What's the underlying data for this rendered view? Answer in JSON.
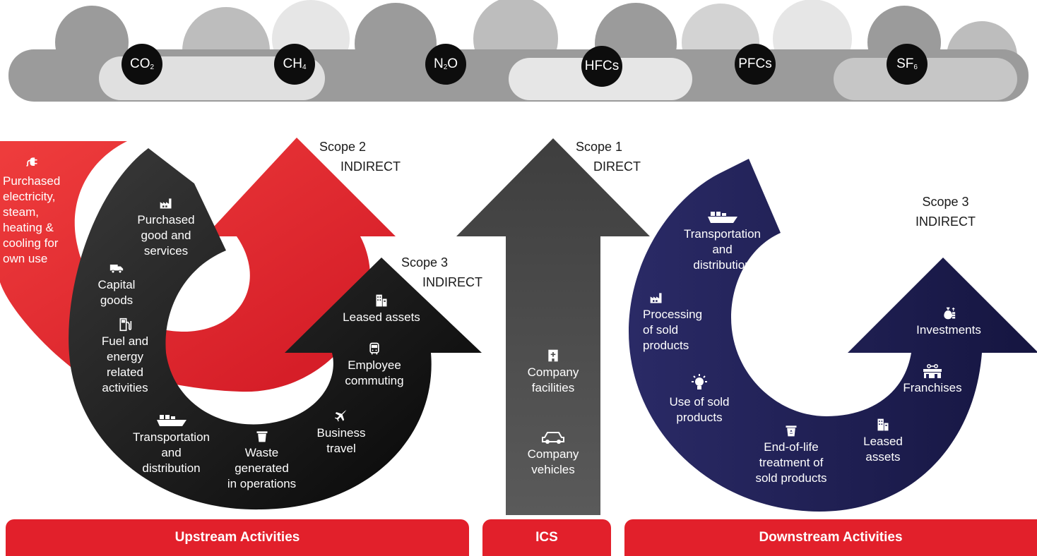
{
  "gases": [
    {
      "base": "CO",
      "sub": "2"
    },
    {
      "base": "CH",
      "sub": "4"
    },
    {
      "base": "N",
      "sub": "2",
      "tail": "O"
    },
    {
      "base": "HFCs",
      "sub": ""
    },
    {
      "base": "PFCs",
      "sub": ""
    },
    {
      "base": "SF",
      "sub": "6"
    }
  ],
  "scopes": {
    "scope2": {
      "name": "Scope 2",
      "type": "INDIRECT"
    },
    "scope3_up": {
      "name": "Scope 3",
      "type": "INDIRECT"
    },
    "scope1": {
      "name": "Scope 1",
      "type": "DIRECT"
    },
    "scope3_down": {
      "name": "Scope 3",
      "type": "INDIRECT"
    }
  },
  "scope2_items": [
    {
      "label": "Purchased\nelectricity,\nsteam,\nheating &\ncooling for\nown use",
      "icon": "plug-icon"
    }
  ],
  "upstream_items": [
    {
      "label": "Purchased\ngood and\nservices",
      "icon": "factory-icon"
    },
    {
      "label": "Capital\ngoods",
      "icon": "truck-icon"
    },
    {
      "label": "Fuel and\nenergy\nrelated\nactivities",
      "icon": "fuel-pump-icon"
    },
    {
      "label": "Transportation\nand\ndistribution",
      "icon": "ship-icon"
    },
    {
      "label": "Waste\ngenerated\nin operations",
      "icon": "trash-icon"
    },
    {
      "label": "Business\ntravel",
      "icon": "airplane-icon"
    },
    {
      "label": "Employee\ncommuting",
      "icon": "bus-icon"
    },
    {
      "label": "Leased assets",
      "icon": "buildings-icon"
    }
  ],
  "direct_items": [
    {
      "label": "Company\nfacilities",
      "icon": "building-icon"
    },
    {
      "label": "Company\nvehicles",
      "icon": "car-icon"
    }
  ],
  "downstream_items": [
    {
      "label": "Transportation\nand\ndistribution",
      "icon": "ship-icon"
    },
    {
      "label": "Processing\nof sold\nproducts",
      "icon": "factory-icon"
    },
    {
      "label": "Use of sold\nproducts",
      "icon": "lightbulb-icon"
    },
    {
      "label": "End-of-life\ntreatment of\nsold products",
      "icon": "recycle-bin-icon"
    },
    {
      "label": "Leased\nassets",
      "icon": "buildings-icon"
    },
    {
      "label": "Franchises",
      "icon": "storefront-icon"
    },
    {
      "label": "Investments",
      "icon": "money-bag-icon"
    }
  ],
  "bars": {
    "upstream": "Upstream Activities",
    "ics": "ICS",
    "downstream": "Downstream Activities"
  },
  "colors": {
    "red": "#e2202b",
    "black": "#111111",
    "gray_arrow": "#4a4a4a",
    "navy": "#1f1f55",
    "cloud_dark": "#9b9b9b",
    "cloud_mid": "#bdbdbd",
    "cloud_light": "#e6e6e6"
  }
}
